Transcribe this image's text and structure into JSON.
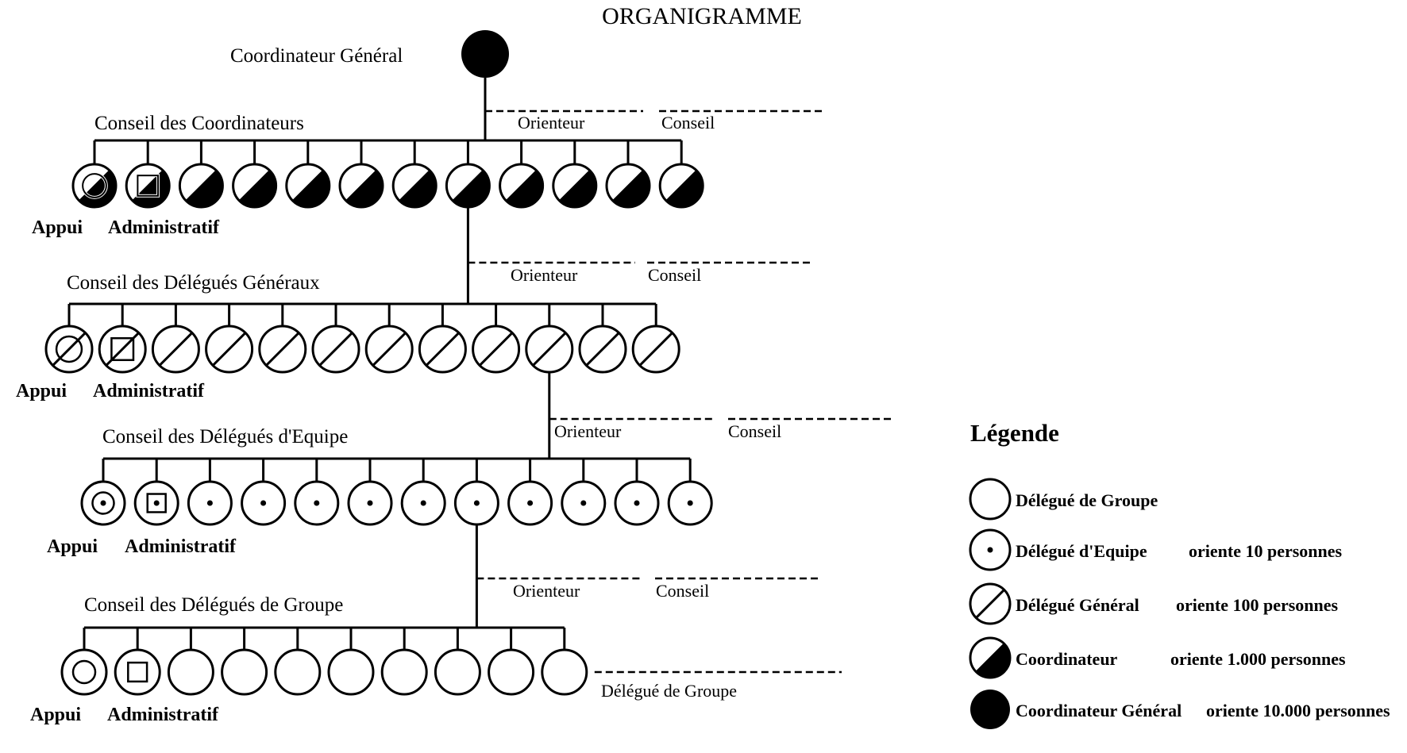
{
  "title": "ORGANIGRAMME",
  "top": {
    "label": "Coordinateur Général"
  },
  "links": {
    "orienteur": "Orienteur",
    "conseil": "Conseil",
    "bottom_label": "Délégué de Groupe"
  },
  "levels": [
    {
      "name": "Conseil des Coordinateurs",
      "symbol": "half",
      "count": 12,
      "appui_label": "Appui",
      "admin_label": "Administratif"
    },
    {
      "name": "Conseil des Délégués Généraux",
      "symbol": "slash",
      "count": 12,
      "appui_label": "Appui",
      "admin_label": "Administratif"
    },
    {
      "name": "Conseil des Délégués d'Equipe",
      "symbol": "dot",
      "count": 12,
      "appui_label": "Appui",
      "admin_label": "Administratif"
    },
    {
      "name": "Conseil des Délégués de Groupe",
      "symbol": "empty",
      "count": 10,
      "appui_label": "Appui",
      "admin_label": "Administratif"
    }
  ],
  "legend": {
    "title": "Légende",
    "items": [
      {
        "symbol": "empty",
        "label": "Délégué de Groupe",
        "note": ""
      },
      {
        "symbol": "dot",
        "label": "Délégué d'Equipe",
        "note": "oriente 10 personnes"
      },
      {
        "symbol": "slash",
        "label": "Délégué Général",
        "note": "oriente 100 personnes"
      },
      {
        "symbol": "half",
        "label": "Coordinateur",
        "note": "oriente 1.000 personnes"
      },
      {
        "symbol": "full",
        "label": "Coordinateur Général",
        "note": "oriente 10.000 personnes"
      }
    ]
  }
}
